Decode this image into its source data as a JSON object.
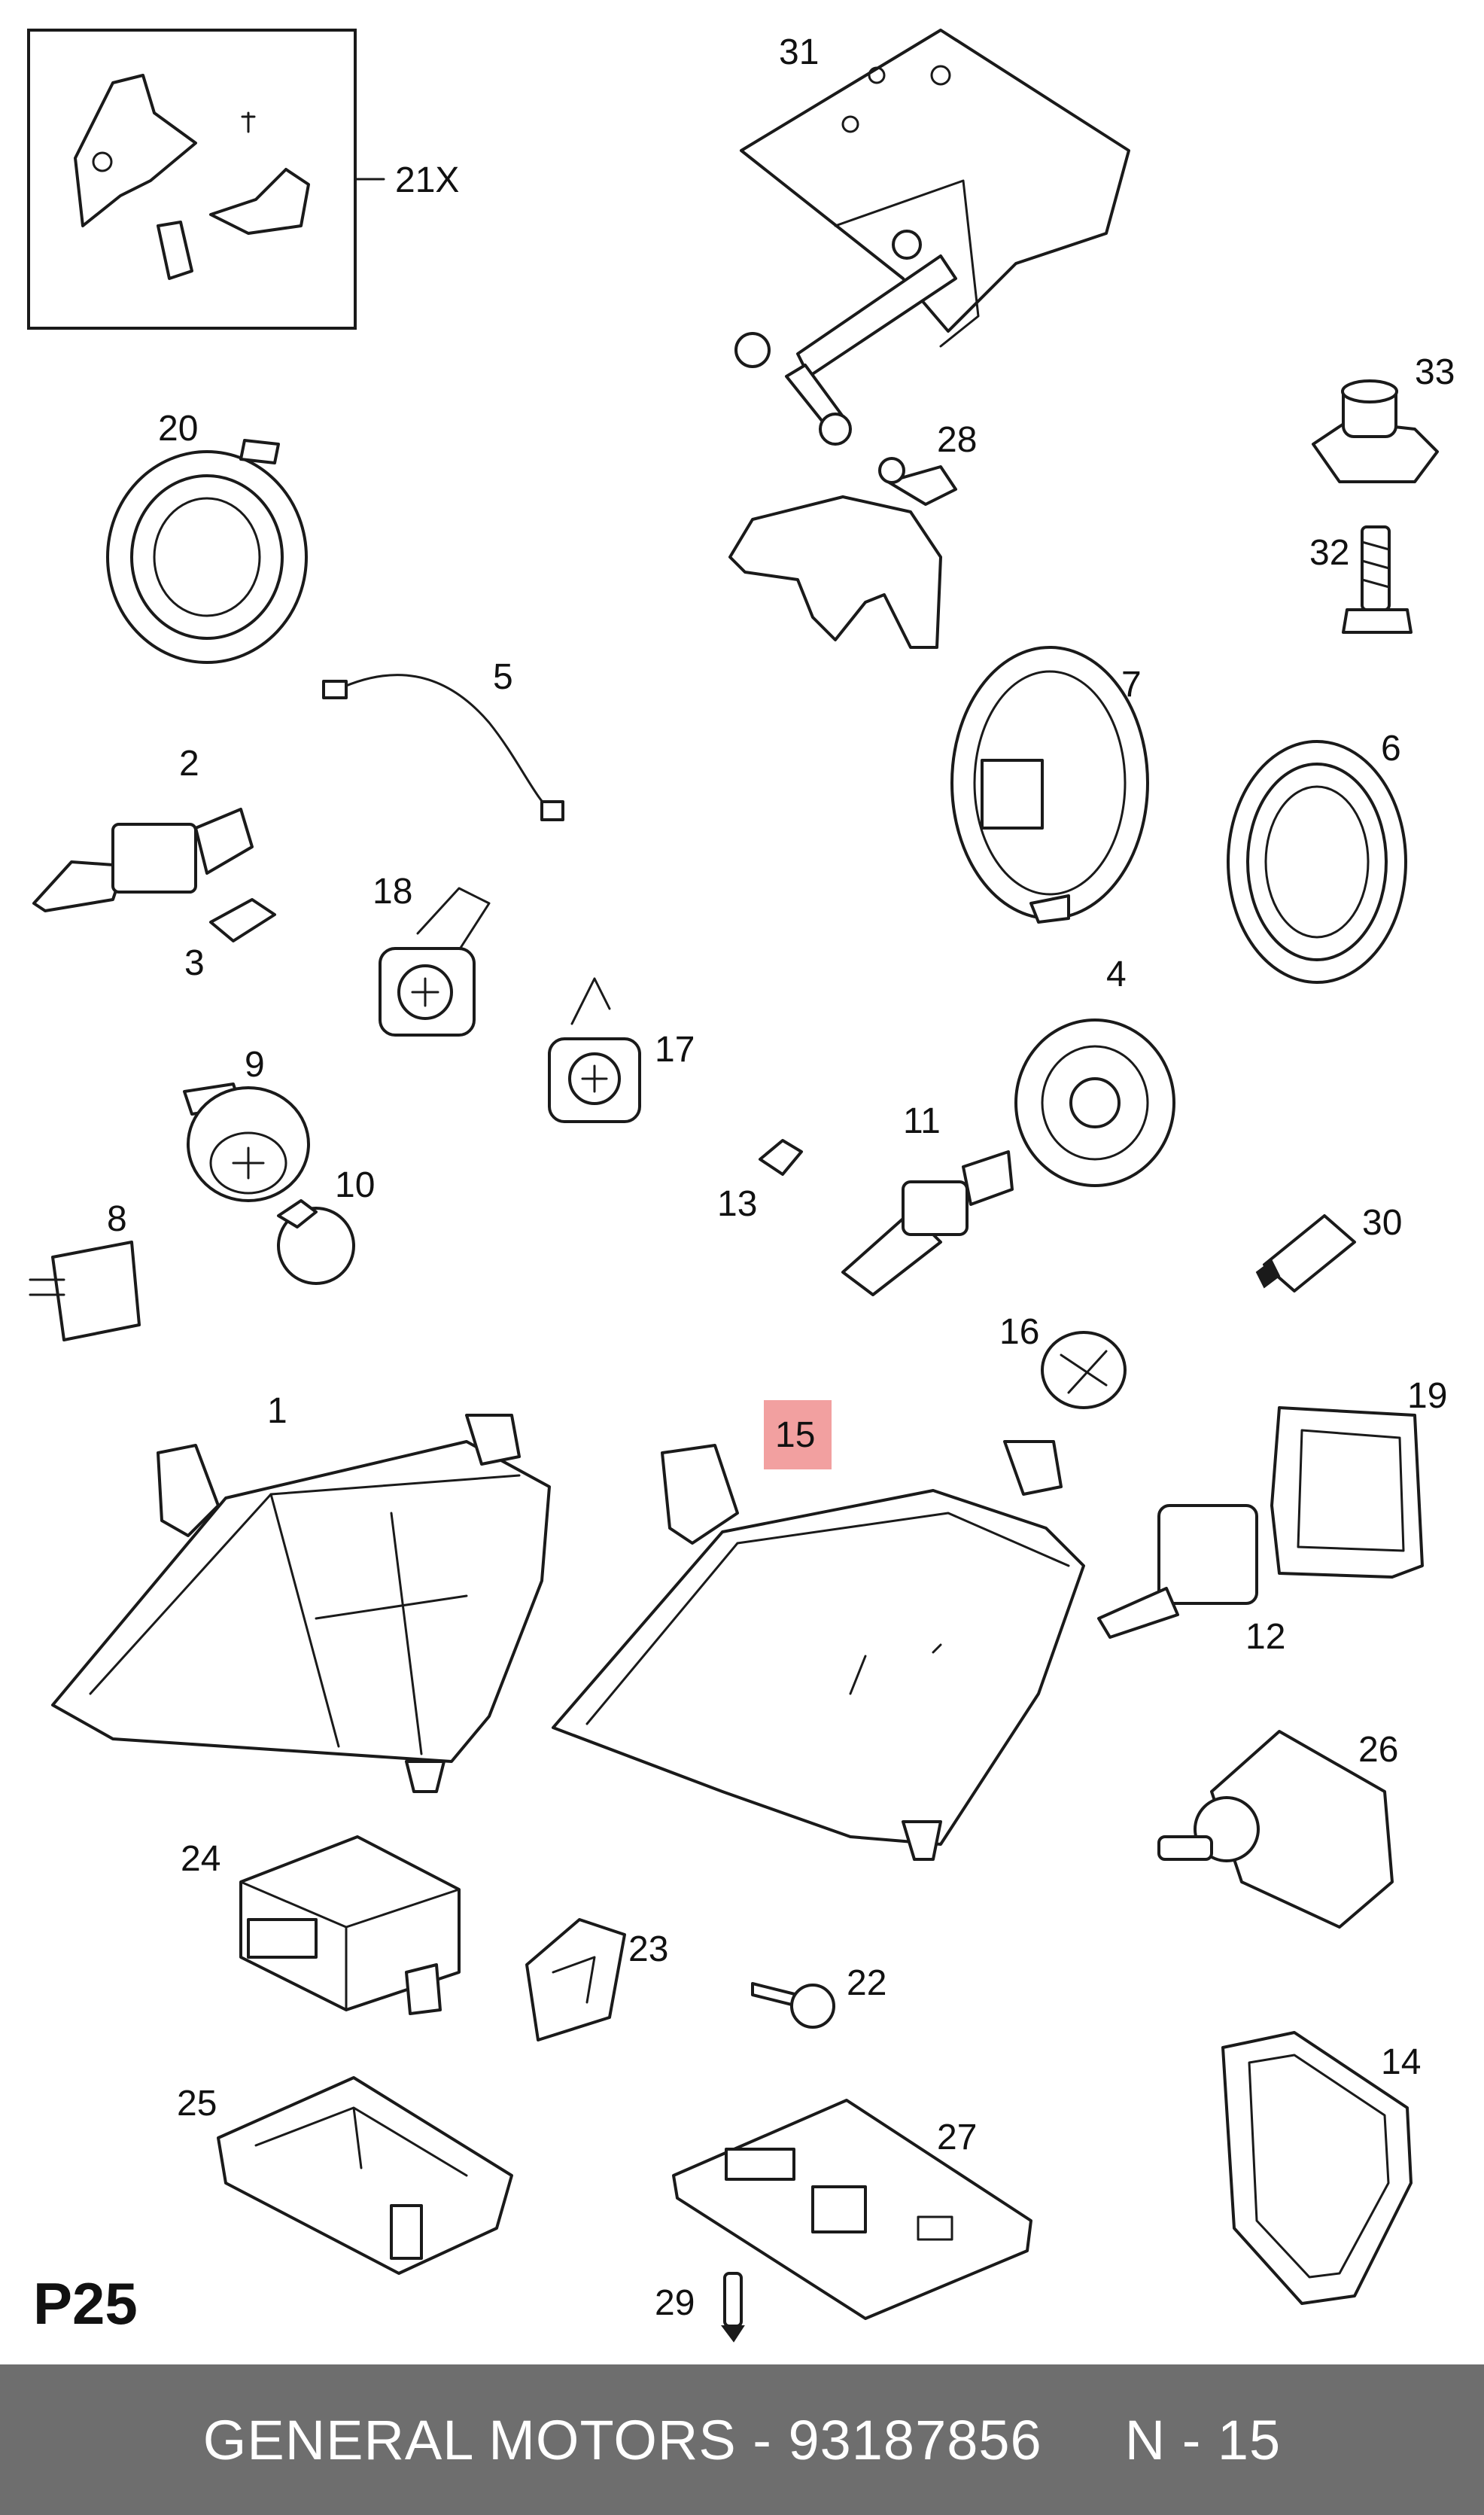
{
  "diagram": {
    "page_code": "P25",
    "highlighted_part": "15",
    "highlight_color": "#f2a0a0",
    "labels": [
      "21X",
      "31",
      "33",
      "20",
      "28",
      "32",
      "5",
      "7",
      "6",
      "2",
      "3",
      "18",
      "17",
      "4",
      "9",
      "10",
      "11",
      "13",
      "8",
      "30",
      "16",
      "1",
      "15",
      "19",
      "12",
      "26",
      "24",
      "23",
      "22",
      "25",
      "27",
      "14",
      "29"
    ]
  },
  "footer": {
    "manufacturer": "GENERAL MOTORS - 93187856",
    "code": "N - 15",
    "background": "#6e6e6e"
  }
}
